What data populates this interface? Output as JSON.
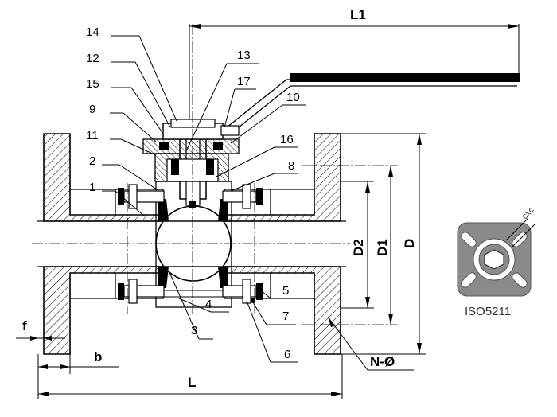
{
  "part_numbers": [
    "1",
    "2",
    "3",
    "4",
    "5",
    "6",
    "7",
    "8",
    "9",
    "10",
    "11",
    "12",
    "13",
    "14",
    "15",
    "16",
    "17"
  ],
  "dimensions": {
    "L1": "L1",
    "L": "L",
    "D": "D",
    "D1": "D1",
    "D2": "D2",
    "f": "f",
    "b": "b",
    "N": "N-Ø"
  },
  "iso": {
    "caption": "ISO5211",
    "square_label": "cxc"
  },
  "colors": {
    "line": "#000000",
    "hatch": "#000000",
    "iso_plate": "#8a8a8a",
    "iso_text": "#333333"
  }
}
